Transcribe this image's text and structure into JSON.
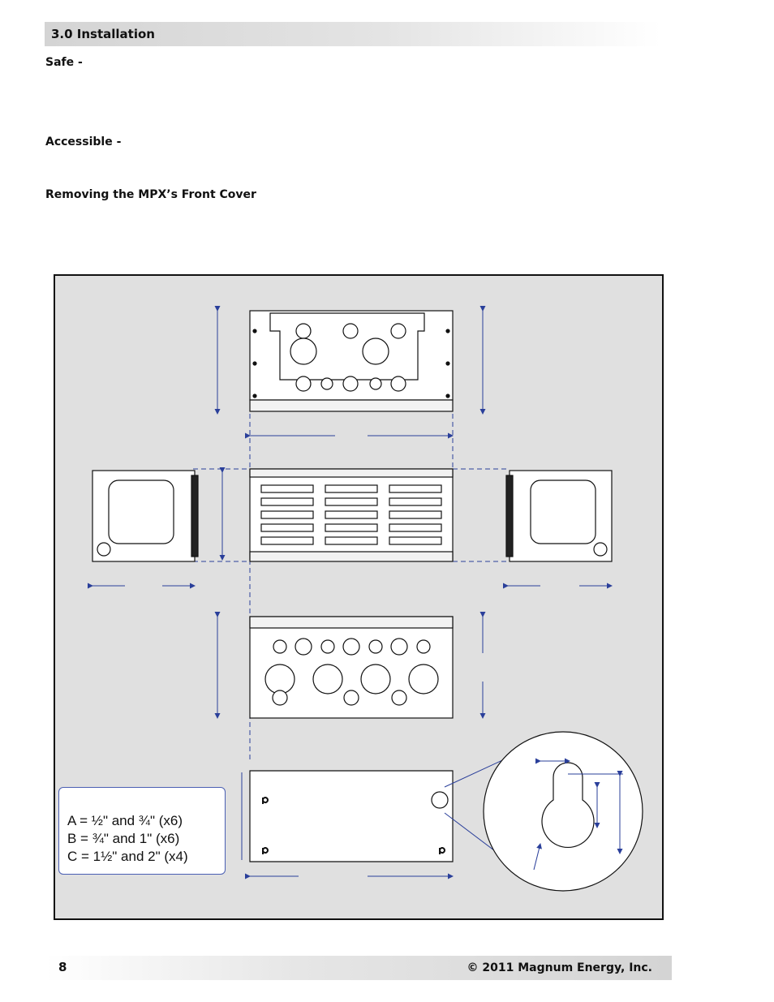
{
  "header": {
    "section_title": "3.0 Installation"
  },
  "body": {
    "safe_label": "Safe -",
    "accessible_label": "Accessible -",
    "front_cover_label": "Removing the MPX’s Front Cover"
  },
  "figure": {
    "legend": {
      "line_a": "A = ½\" and ¾\" (x6)",
      "line_b": "B = ¾\" and 1\" (x6)",
      "line_c": "C = 1½\" and 2\" (x4)"
    },
    "colors": {
      "background": "#e0e0e0",
      "dimension_lines": "#2a3f9a",
      "outline": "#111111"
    }
  },
  "footer": {
    "page_number": "8",
    "copyright": "© 2011 Magnum Energy, Inc."
  }
}
